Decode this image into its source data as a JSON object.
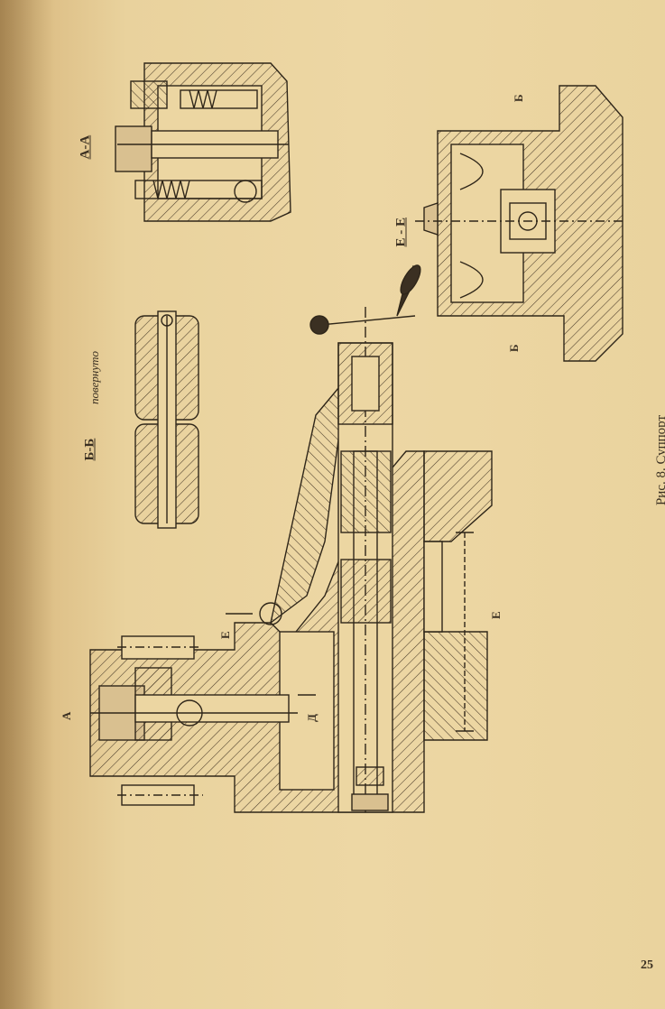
{
  "page": {
    "caption": "Рис. 8. Суппорт",
    "page_number": "25"
  },
  "sections": {
    "aa": "А-А",
    "bb": "Б-Б",
    "bb_note": "повернуто",
    "ee": "Е - Е"
  },
  "markers": {
    "b_top": "Б",
    "b_bottom": "Б",
    "e_left": "Е",
    "e_right": "Е",
    "a_mark": "А",
    "d_mark": "Д"
  }
}
